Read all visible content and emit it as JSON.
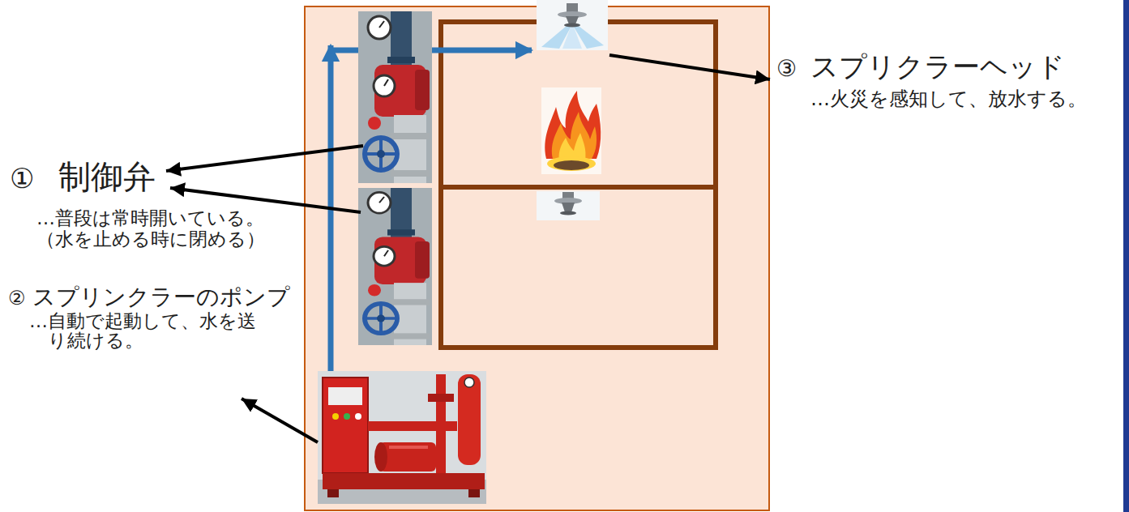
{
  "diagram": {
    "labels": [
      "①",
      "制御弁",
      "…普段は常時開いている。",
      "（水を止める時に閉める）",
      "②",
      "スプリンクラーのポンプ",
      "…自動で起動して、水を送り続ける。",
      "③",
      "スプリクラーヘッド",
      "…火災を感知して、放水する。"
    ]
  }
}
